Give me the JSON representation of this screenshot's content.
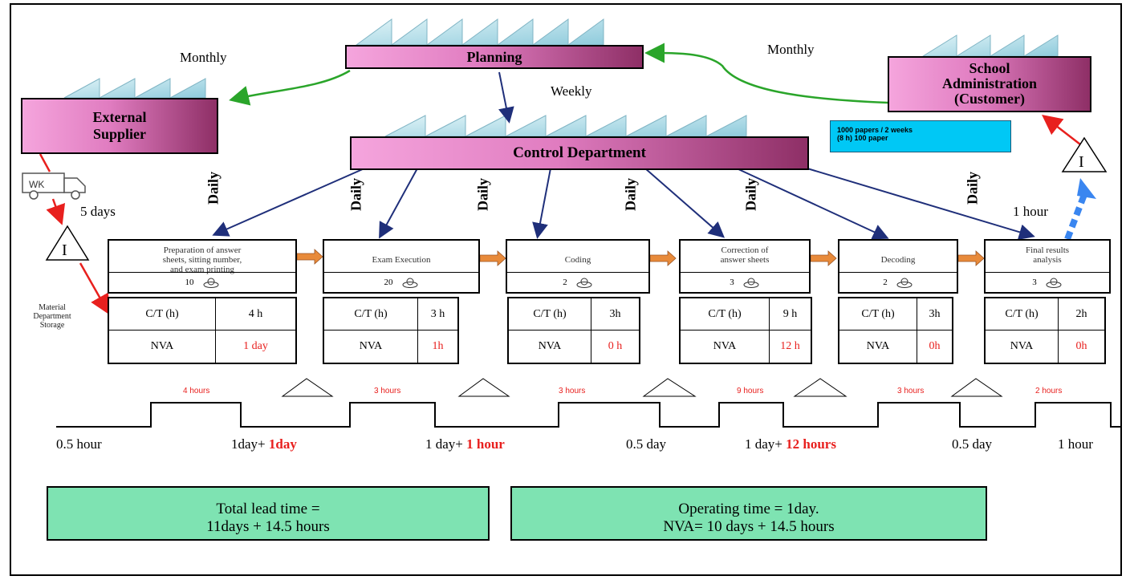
{
  "nodes": {
    "planning": "Planning",
    "supplier_line1": "External",
    "supplier_line2": "Supplier",
    "customer_line1": "School",
    "customer_line2": "Administration",
    "customer_line3": "(Customer)",
    "control": "Control Department"
  },
  "flows": {
    "monthly_left": "Monthly",
    "monthly_right": "Monthly",
    "weekly": "Weekly",
    "daily": "Daily",
    "five_days": "5 days",
    "one_hour": "1 hour",
    "truck_label": "WK",
    "inventory_symbol": "I",
    "material_storage": [
      "Material",
      "Department",
      "Storage"
    ]
  },
  "demand": {
    "line1": "1000 papers / 2 weeks",
    "line2": "(8 h) 100 paper"
  },
  "processes": [
    {
      "name_lines": [
        "Preparation of answer",
        "sheets, sitting number,",
        "and exam printing"
      ],
      "operators": "10",
      "ct_label": "C/T (h)",
      "ct": "4 h",
      "nva_label": "NVA",
      "nva": "1 day"
    },
    {
      "name_lines": [
        "Exam Execution"
      ],
      "operators": "20",
      "ct_label": "C/T (h)",
      "ct": "3 h",
      "nva_label": "NVA",
      "nva": "1h"
    },
    {
      "name_lines": [
        "Coding"
      ],
      "operators": "2",
      "ct_label": "C/T (h)",
      "ct": "3h",
      "nva_label": "NVA",
      "nva": "0 h"
    },
    {
      "name_lines": [
        "Correction of",
        "answer sheets"
      ],
      "operators": "3",
      "ct_label": "C/T (h)",
      "ct": "9 h",
      "nva_label": "NVA",
      "nva": "12 h"
    },
    {
      "name_lines": [
        "Decoding"
      ],
      "operators": "2",
      "ct_label": "C/T (h)",
      "ct": "3h",
      "nva_label": "NVA",
      "nva": "0h"
    },
    {
      "name_lines": [
        "Final results",
        "analysis"
      ],
      "operators": "3",
      "ct_label": "C/T (h)",
      "ct": "2h",
      "nva_label": "NVA",
      "nva": "0h"
    }
  ],
  "timeline": {
    "upper": [
      "4 hours",
      "3 hours",
      "3 hours",
      "9 hours",
      "3 hours",
      "2 hours"
    ],
    "lower": [
      {
        "black": "0.5 hour",
        "red": ""
      },
      {
        "black": "1day+ ",
        "red": "1day"
      },
      {
        "black": "1 day+ ",
        "red": "1 hour"
      },
      {
        "black": "0.5 day",
        "red": ""
      },
      {
        "black": "1 day+ ",
        "red": "12 hours"
      },
      {
        "black": "0.5 day",
        "red": ""
      },
      {
        "black": "1 hour",
        "red": ""
      }
    ]
  },
  "summary": {
    "lead_line1": "Total lead time =",
    "lead_line2": "11days + 14.5 hours",
    "op_line1": "Operating time = 1day.",
    "op_line2": "NVA= 10 days + 14.5 hours"
  },
  "colors": {
    "pink": "#e07cc0",
    "green_summary": "#7ee3b2",
    "cyan_demand": "#00c8f5",
    "navy_arrow": "#1f2f7a",
    "green_arrow": "#2aa52a",
    "red": "#e8201e",
    "push_arrow": "#e88a3a",
    "electronic_arrow": "#3a86f0",
    "factory_roof": "#a9dbe6"
  }
}
